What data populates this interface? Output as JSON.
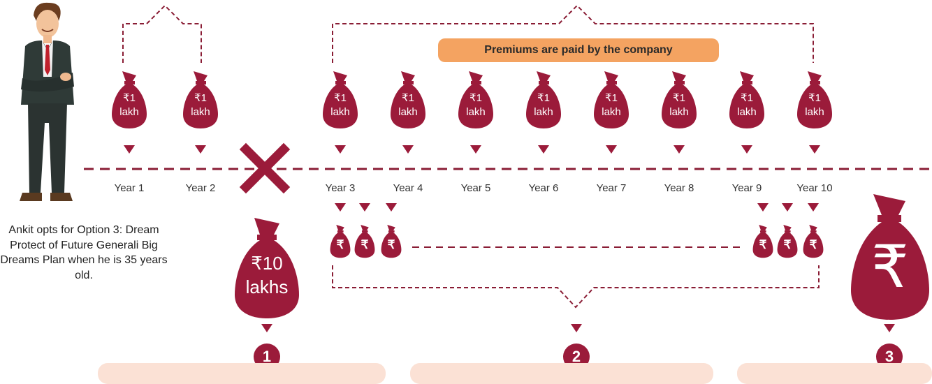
{
  "colors": {
    "maroon": "#9b1b3a",
    "line": "#8a1d35",
    "banner": "#f4a361",
    "panel": "#fbe1d5"
  },
  "caption": "Ankit opts for Option 3: Dream Protect of Future Generali Big Dreams Plan when he is 35 years old.",
  "banner": "Premiums are paid by the company",
  "years": [
    "Year 1",
    "Year 2",
    "Year 3",
    "Year 4",
    "Year 5",
    "Year 6",
    "Year 7",
    "Year 8",
    "Year 9",
    "Year 10"
  ],
  "premium_bag": {
    "line1": "₹1",
    "line2": "lakh"
  },
  "payout_bag": {
    "line1": "₹10",
    "line2": "lakhs"
  },
  "small_bag_symbol": "₹",
  "big_bag_symbol": "₹",
  "steps": [
    "1",
    "2",
    "3"
  ],
  "icons": [
    "money-bag-icon",
    "cross-icon",
    "arrow-down-icon",
    "person-illustration"
  ]
}
